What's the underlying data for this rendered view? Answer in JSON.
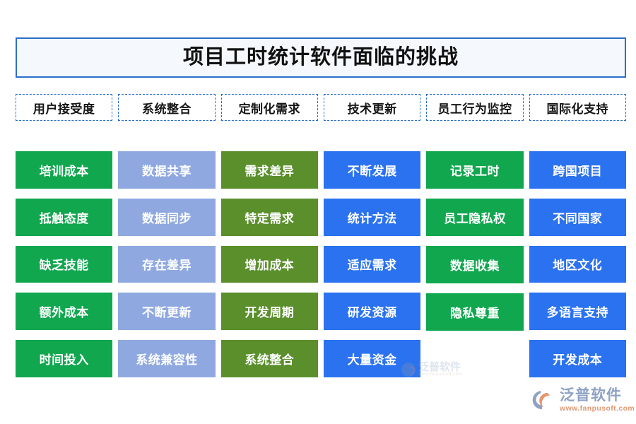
{
  "title": {
    "text": "项目工时统计软件面临的挑战"
  },
  "columns": [
    {
      "header": "用户接受度",
      "color": "#11a74f",
      "style": "green",
      "items": [
        "培训成本",
        "抵触态度",
        "缺乏技能",
        "额外成本",
        "时间投入"
      ]
    },
    {
      "header": "系统整合",
      "color": "#8fa9e0",
      "style": "lightblue",
      "items": [
        "数据共享",
        "数据同步",
        "存在差异",
        "不断更新",
        "系统兼容性"
      ]
    },
    {
      "header": "定制化需求",
      "color": "#5a8f2c",
      "style": "olive",
      "items": [
        "需求差异",
        "特定需求",
        "增加成本",
        "开发周期",
        "系统整合"
      ]
    },
    {
      "header": "技术更新",
      "color": "#2a72ef",
      "style": "blue",
      "items": [
        "不断发展",
        "统计方法",
        "适应需求",
        "研发资源",
        "大量资金"
      ]
    },
    {
      "header": "员工行为监控",
      "color": "#11a74f",
      "style": "green",
      "items": [
        "记录工时",
        "员工隐私权",
        "数据收集",
        "隐私尊重"
      ]
    },
    {
      "header": "国际化支持",
      "color": "#2a72ef",
      "style": "blue",
      "items": [
        "跨国项目",
        "不同国家",
        "地区文化",
        "多语言支持",
        "开发成本"
      ]
    }
  ],
  "watermark": {
    "name": "泛普软件",
    "url": "www.fanpusoft.com"
  },
  "logo": {
    "name": "泛普软件",
    "url": "www.fanpusoft.com"
  },
  "colors": {
    "title_border": "#2a6fc9",
    "title_background": "#f5f8fd",
    "header_border": "#2a6fc9",
    "green": "#11a74f",
    "light_blue": "#8fa9e0",
    "olive": "#5a8f2c",
    "blue": "#2a72ef"
  }
}
